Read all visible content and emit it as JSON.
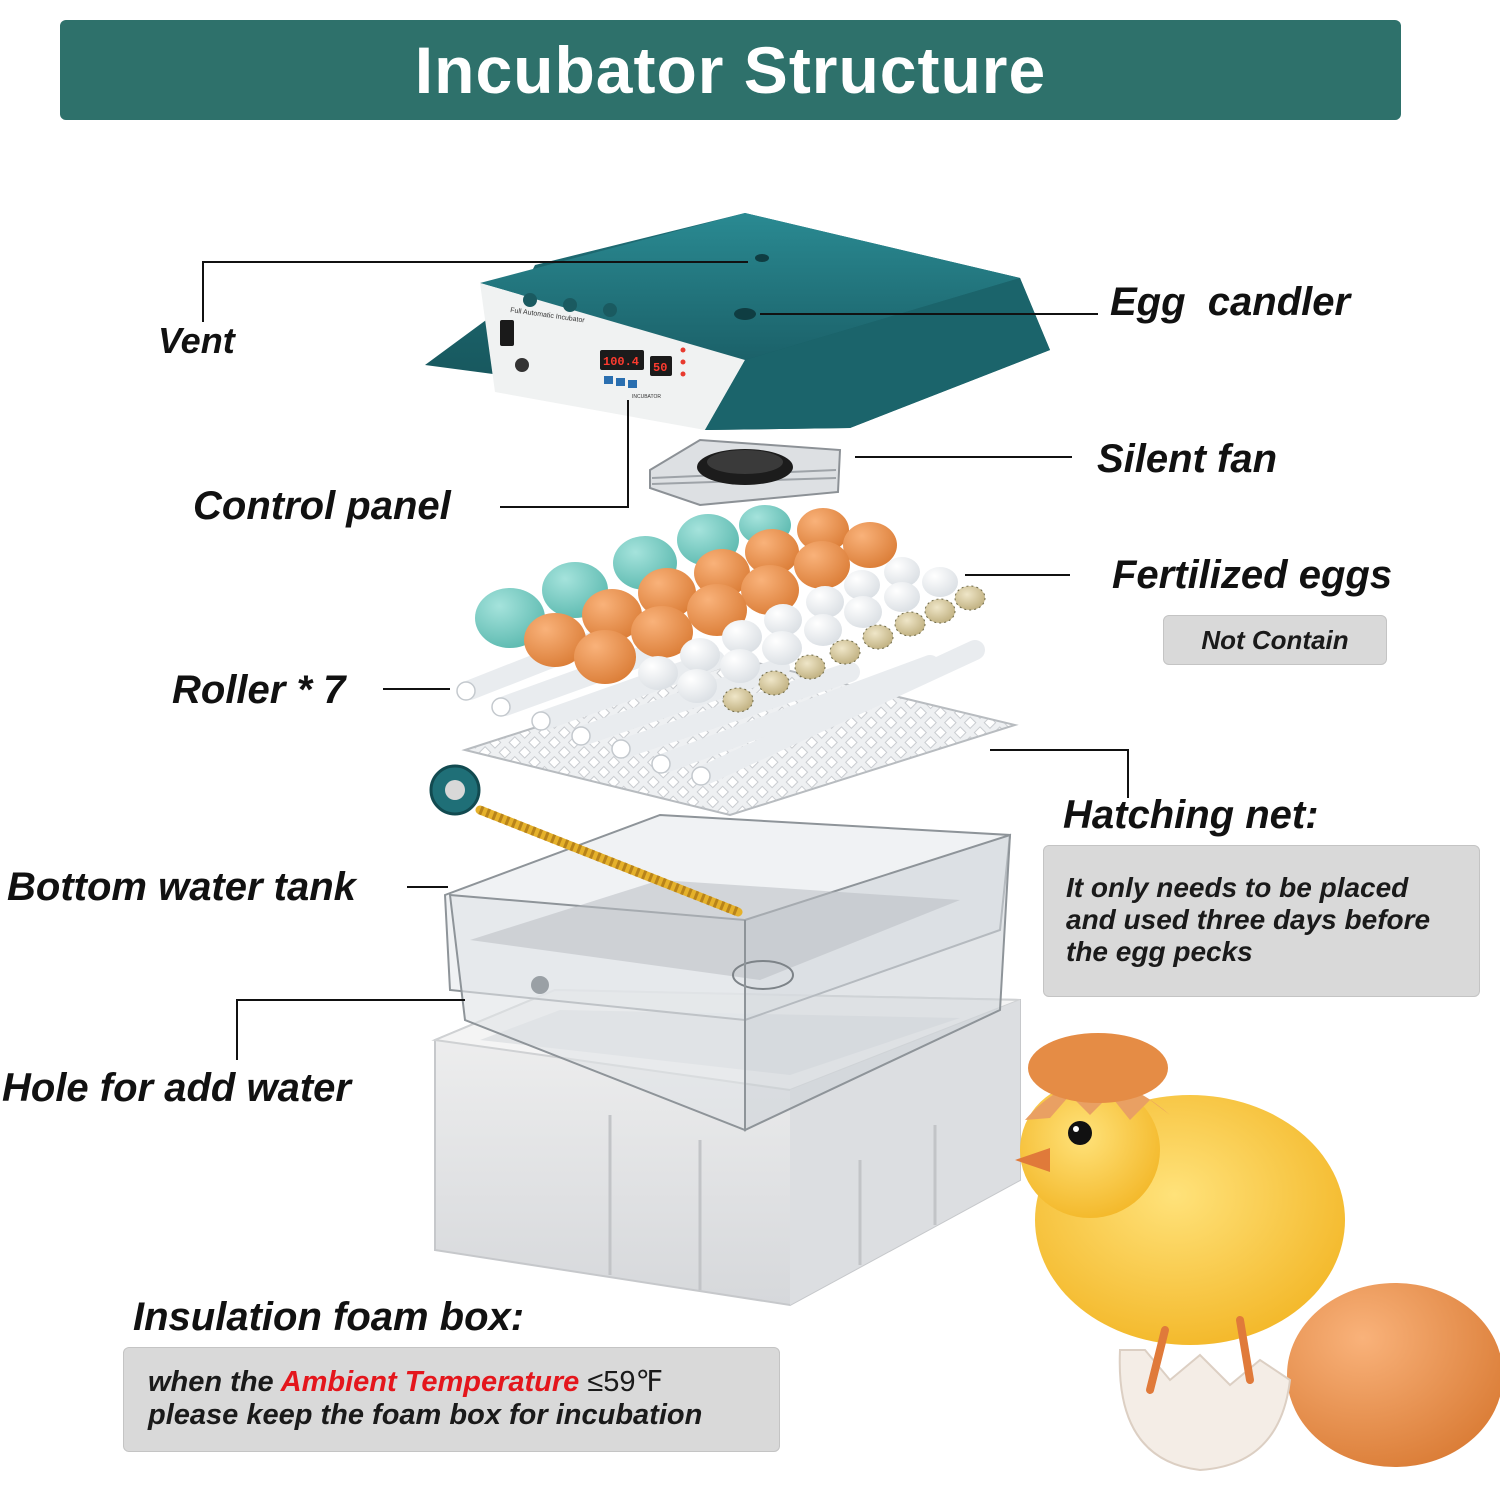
{
  "title": "Incubator Structure",
  "colors": {
    "banner": "#2e716b",
    "lid": "#21727a",
    "note_box": "#d9d9d9",
    "highlight": "#e4161c",
    "brown_egg": "#e58c45",
    "teal_egg": "#78cbc3"
  },
  "labels": {
    "vent": "Vent",
    "egg_candler": "Egg  candler",
    "silent_fan": "Silent fan",
    "control_panel": "Control panel",
    "fertilized_eggs": "Fertilized eggs",
    "not_contain": "Not Contain",
    "roller": "Roller * 7",
    "hatching_net": "Hatching net:",
    "bottom_water_tank": "Bottom water tank",
    "hole_for_add_water": "Hole for add water",
    "insulation_foam_box": "Insulation foam box:"
  },
  "hatching_note": {
    "line1": "It only needs to be placed",
    "line2": "and used three days before",
    "line3": "the egg pecks"
  },
  "foam_note": {
    "prefix": "when the",
    "highlight": "Ambient Temperature",
    "suffix": "≤59℉",
    "line2": "please keep the foam box for incubation"
  },
  "control_panel_display": {
    "product_name": "Full Automatic Incubator",
    "temperature_reading": "100.4",
    "humidity_reading": "50",
    "footer": "INCUBATOR"
  }
}
